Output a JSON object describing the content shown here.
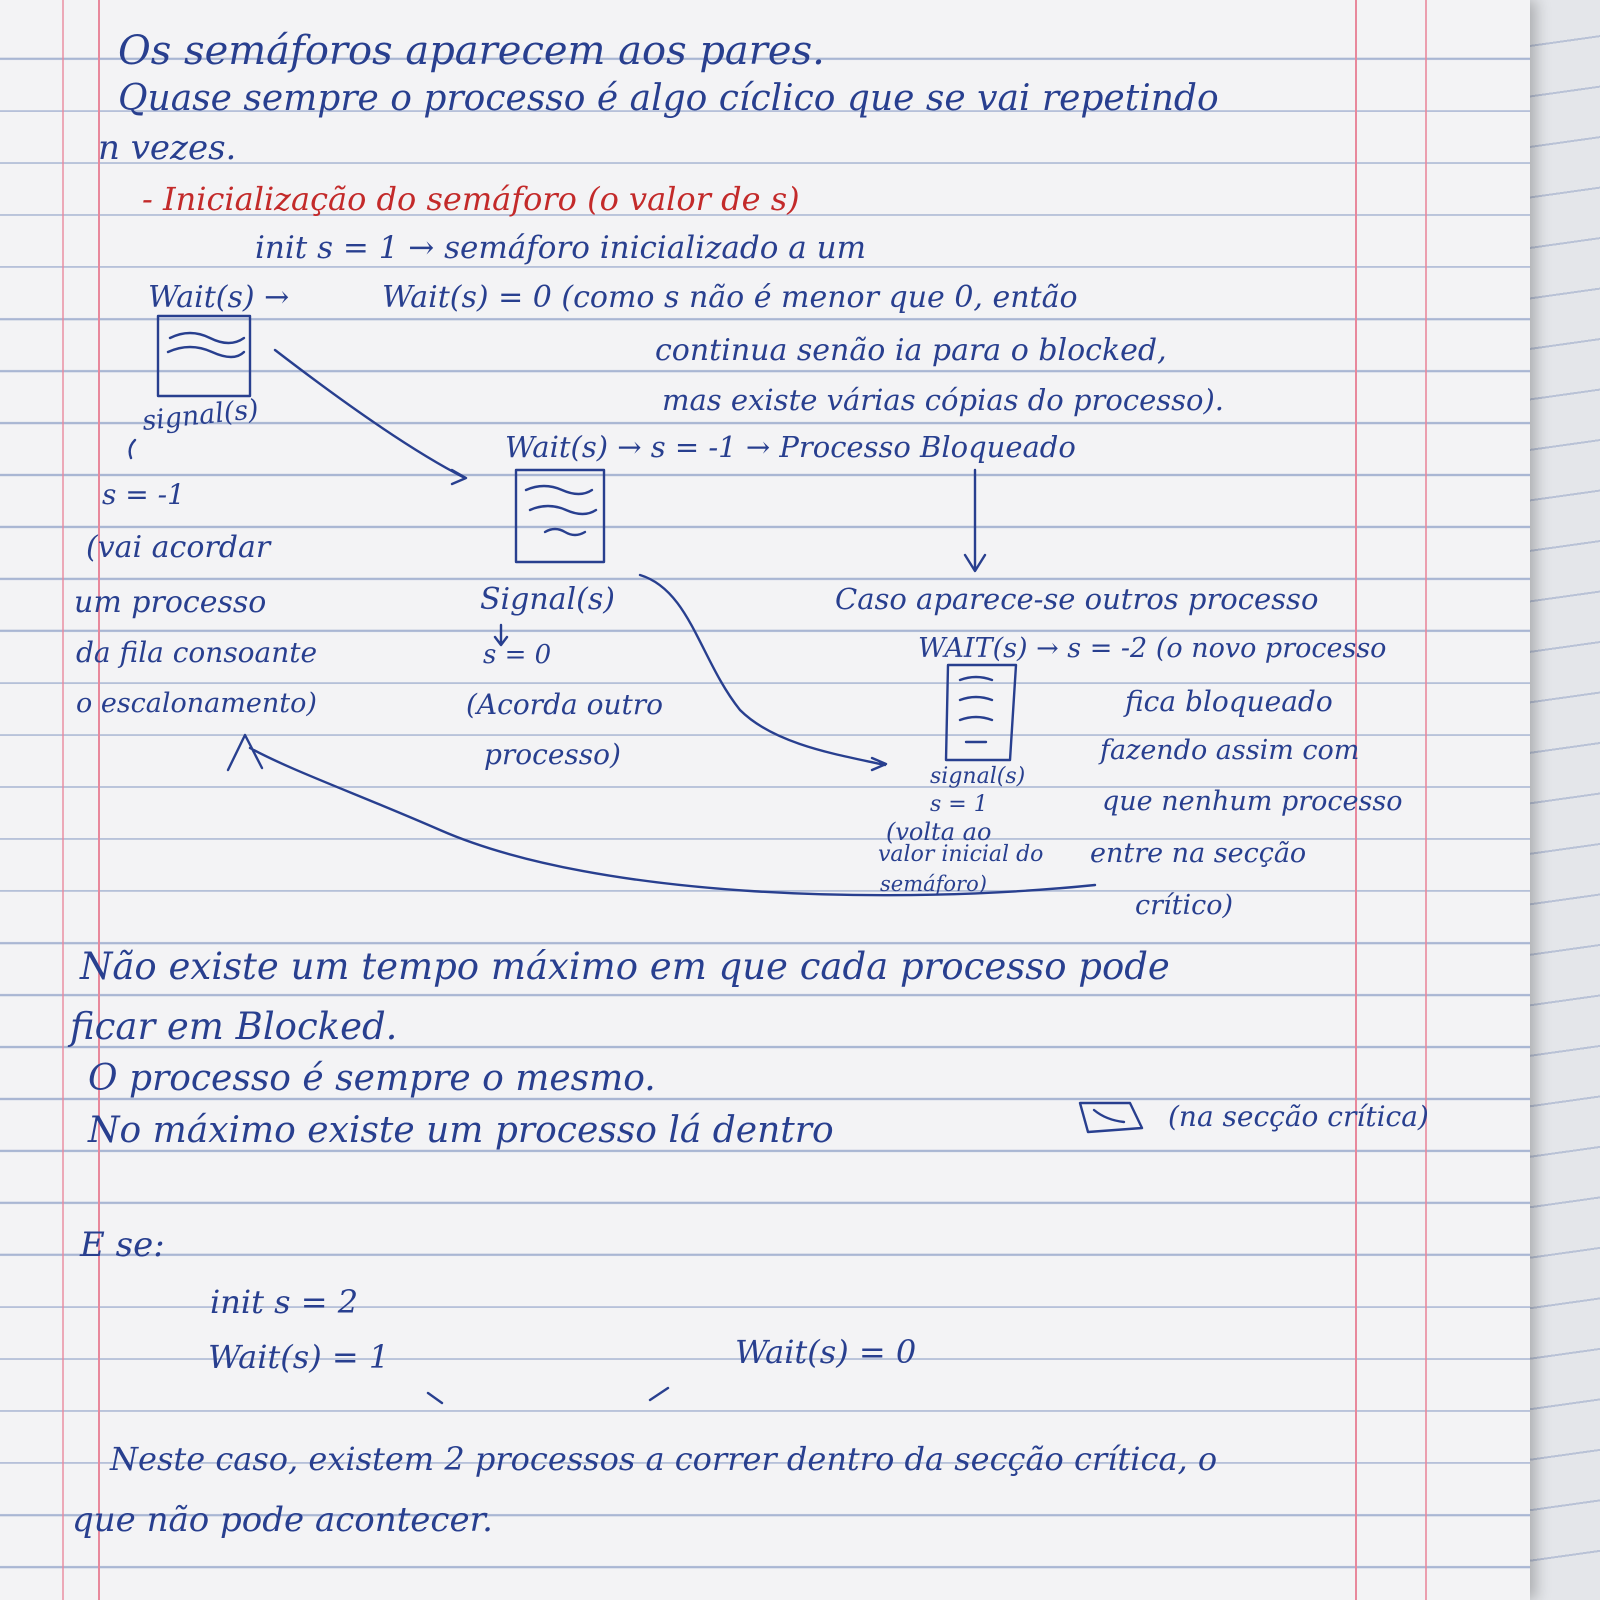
{
  "lines": {
    "l1": "Os semáforos aparecem aos pares.",
    "l2": "Quase sempre o processo é algo cíclico que se vai repetindo",
    "l3": "n vezes.",
    "heading": "- Inicialização do semáforo (o valor de s)",
    "init1": "init s = 1 → semáforo inicializado a um",
    "wait1_left": "Wait(s) →",
    "wait1_right": "Wait(s) = 0 (como s não é menor que 0, então",
    "cont1": "continua senão ia para o blocked,",
    "cont2": "mas existe várias cópias do processo).",
    "signal_left": "signal(s)",
    "s_minus": "s = -1",
    "acordar1": "(vai acordar",
    "acordar2": "um processo",
    "acordar3": "da fila consoante",
    "acordar4": "o escalonamento)",
    "wait_mid": "Wait(s) → s = -1 → Processo Bloqueado",
    "signal_mid": "Signal(s)",
    "s_zero": "s = 0",
    "acorda_outro1": "(Acorda outro",
    "acorda_outro2": "processo)",
    "caso": "Caso aparece-se outros processo",
    "wait_caps": "WAIT(s) → s = -2 (o novo processo",
    "fica1": "fica bloqueado",
    "fica2": "fazendo assim com",
    "fica3": "que nenhum processo",
    "fica4": "entre na secção",
    "fica5": "crítico)",
    "signal_right": "signal(s)",
    "s_one": "s = 1",
    "volta1": "(volta ao",
    "volta2": "valor inicial do",
    "volta3": "semáforo)",
    "nao1": "Não existe um tempo máximo em que cada processo pode",
    "nao2": "ficar em Blocked.",
    "mesmo": "O processo é sempre o mesmo.",
    "maximo": "No máximo existe um processo lá dentro",
    "seccao": "(na secção crítica)",
    "se": "E se:",
    "init2": "init s = 2",
    "wait_a": "Wait(s) = 1",
    "wait_b": "Wait(s) = 0",
    "neste1": "Neste caso, existem 2 processos a correr dentro da secção crítica, o",
    "neste2": "que não pode acontecer."
  },
  "colors": {
    "ink": "#283f8f",
    "heading": "#c32a2a",
    "rule": "#a9b6d3",
    "margin": "#e8889c"
  }
}
